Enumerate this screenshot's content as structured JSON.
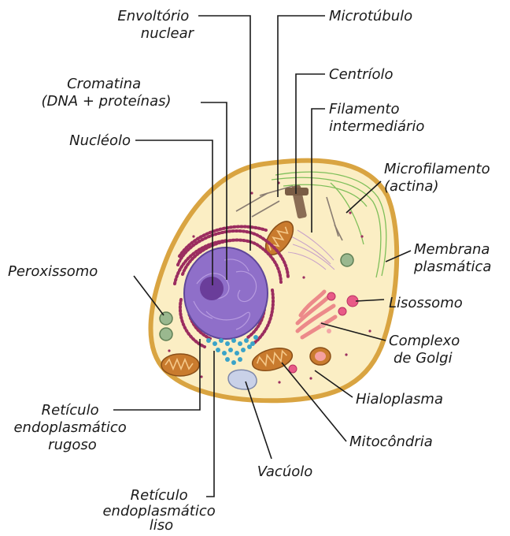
{
  "labels": {
    "envoltorio_nuclear": [
      "Envoltório",
      "nuclear"
    ],
    "microtubulo": [
      "Microtúbulo"
    ],
    "centriolo": [
      "Centríolo"
    ],
    "cromatina": [
      "Cromatina",
      "(DNA + proteínas)"
    ],
    "filamento_intermediario": [
      "Filamento",
      "intermediário"
    ],
    "nucleolo": [
      "Nucléolo"
    ],
    "microfilamento": [
      "Microfilamento",
      "(actina)"
    ],
    "membrana_plasmatica": [
      "Membrana",
      "plasmática"
    ],
    "peroxissomo": [
      "Peroxissomo"
    ],
    "lisossomo": [
      "Lisossomo"
    ],
    "complexo_golgi": [
      "Complexo",
      "de Golgi"
    ],
    "hialoplasma": [
      "Hialoplasma"
    ],
    "reticulo_rugoso": [
      "Retículo",
      "endoplasmático",
      "rugoso"
    ],
    "mitocondria": [
      "Mitocôndria"
    ],
    "vacuolo": [
      "Vacúolo"
    ],
    "reticulo_liso": [
      "Retículo",
      "endoplasmático",
      "liso"
    ]
  },
  "colors": {
    "membrane": "#d9a441",
    "cytoplasm": "#fbeec4",
    "nucleus": "#8f6fc9",
    "nucleolus": "#6a3d9a",
    "rough_er": "#9b2d5f",
    "smooth_er": "#3aa3c8",
    "mitochondria": "#c97b2e",
    "golgi": "#ec8a8a",
    "lysosome": "#e85a87",
    "peroxisome": "#9ab88f",
    "vacuole": "#c9d1e8",
    "microfilament": "#7fbf5a"
  }
}
